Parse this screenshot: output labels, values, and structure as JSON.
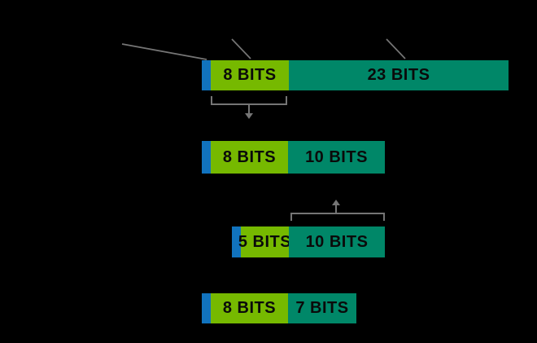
{
  "colors": {
    "background": "#000000",
    "sign_blue": "#1173BE",
    "range_green": "#76B900",
    "precision_teal": "#008768",
    "line_gray": "#757575",
    "label_text": "#0A0A0A"
  },
  "bars": [
    {
      "range_label": "8 BITS",
      "precision_label": "23 BITS"
    },
    {
      "range_label": "8 BITS",
      "precision_label": "10 BITS"
    },
    {
      "range_label": "5 BITS",
      "precision_label": "10 BITS"
    },
    {
      "range_label": "8 BITS",
      "precision_label": "7 BITS"
    }
  ]
}
